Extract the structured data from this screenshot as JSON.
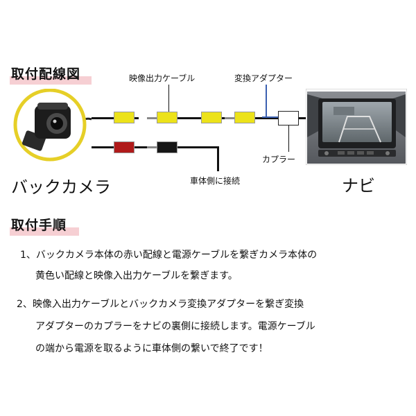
{
  "sections": {
    "wiring_title": "取付配線図",
    "procedure_title": "取付手順"
  },
  "diagram": {
    "camera_label": "バックカメラ",
    "navi_label": "ナビ",
    "video_cable_label": "映像出力ケーブル",
    "adapter_label": "変換アダプター",
    "coupler_label": "カプラー",
    "vehicle_side_label": "車体側に接続",
    "colors": {
      "yellow": "#ece21a",
      "red": "#b01a1a",
      "black": "#161616",
      "highlight": "#f6cfd3"
    }
  },
  "steps": [
    {
      "line1": "1、バックカメラ本体の赤い配線と電源ケーブルを繋ぎカメラ本体の",
      "line2": "黄色い配線と映像入出力ケーブルを繋ぎます。"
    },
    {
      "line1": "2、映像入出力ケーブルとバックカメラ変換アダプターを繋ぎ変換",
      "line2": "アダプターのカプラーをナビの裏側に接続します。電源ケーブル",
      "line3": "の端から電源を取るように車体側の繋いで終了です！"
    }
  ]
}
